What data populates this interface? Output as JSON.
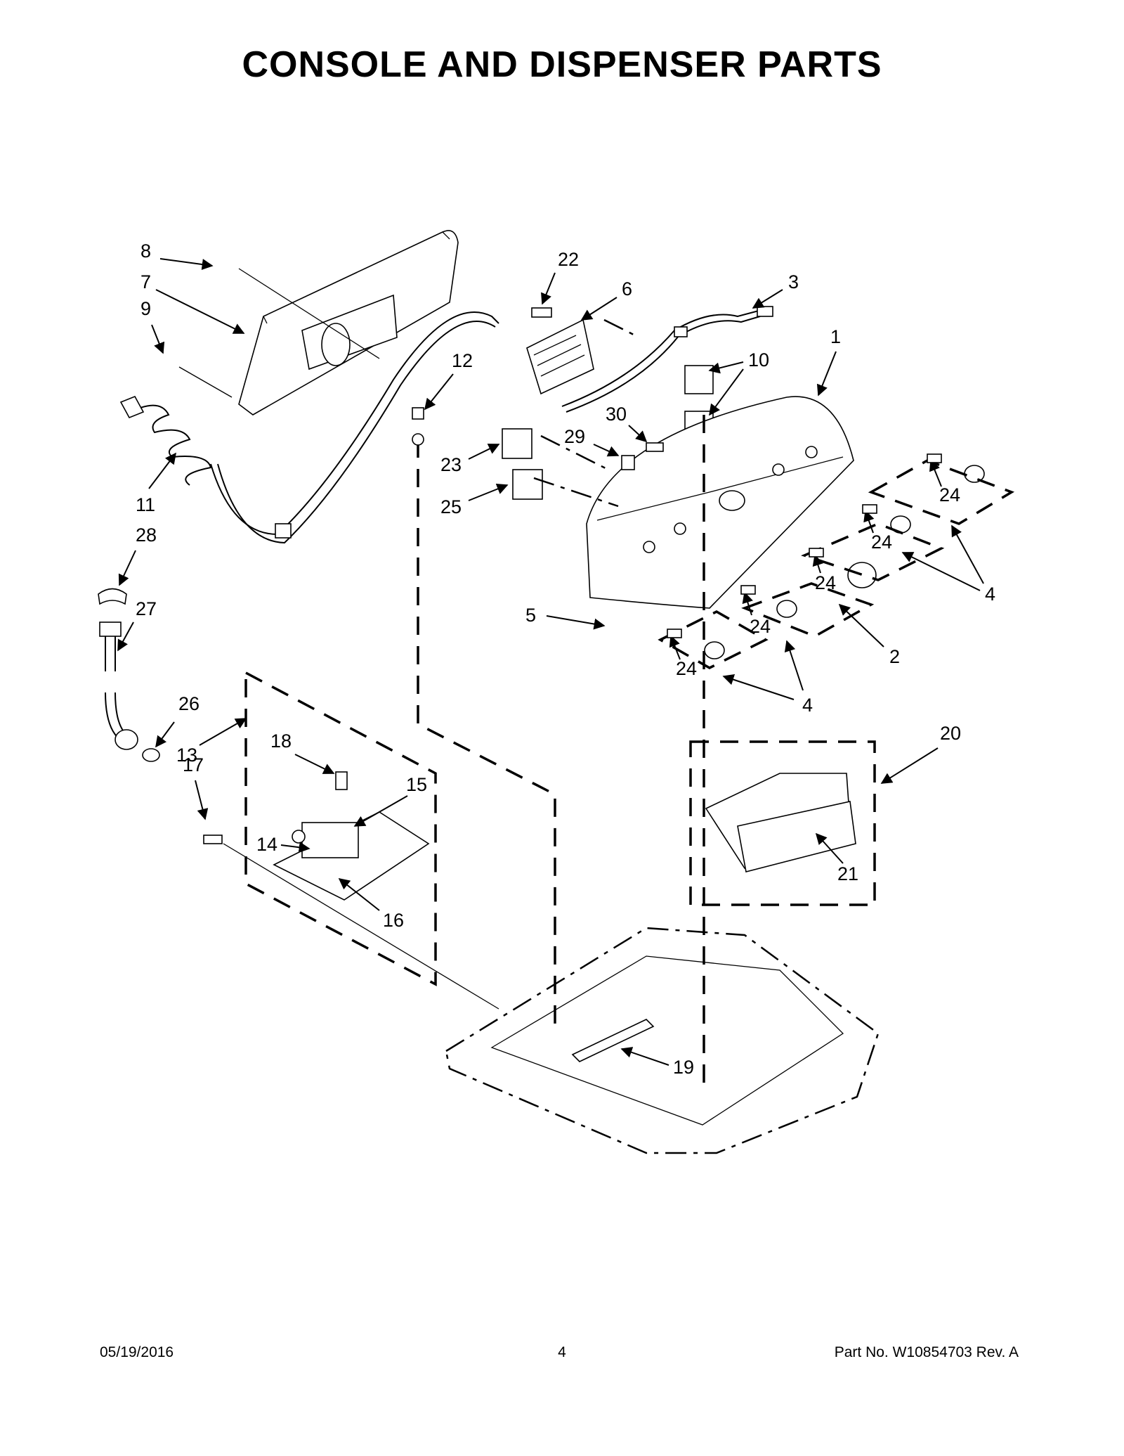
{
  "title": "CONSOLE AND DISPENSER PARTS",
  "callouts": [
    "1",
    "2",
    "3",
    "4",
    "4",
    "4",
    "5",
    "6",
    "7",
    "8",
    "9",
    "10",
    "11",
    "12",
    "13",
    "14",
    "15",
    "16",
    "17",
    "18",
    "19",
    "20",
    "21",
    "22",
    "23",
    "24",
    "24",
    "24",
    "24",
    "24",
    "24",
    "25",
    "26",
    "27",
    "28",
    "29",
    "30"
  ],
  "footer": {
    "date": "05/19/2016",
    "page": "4",
    "part": "Part No.  W10854703  Rev.  A"
  }
}
